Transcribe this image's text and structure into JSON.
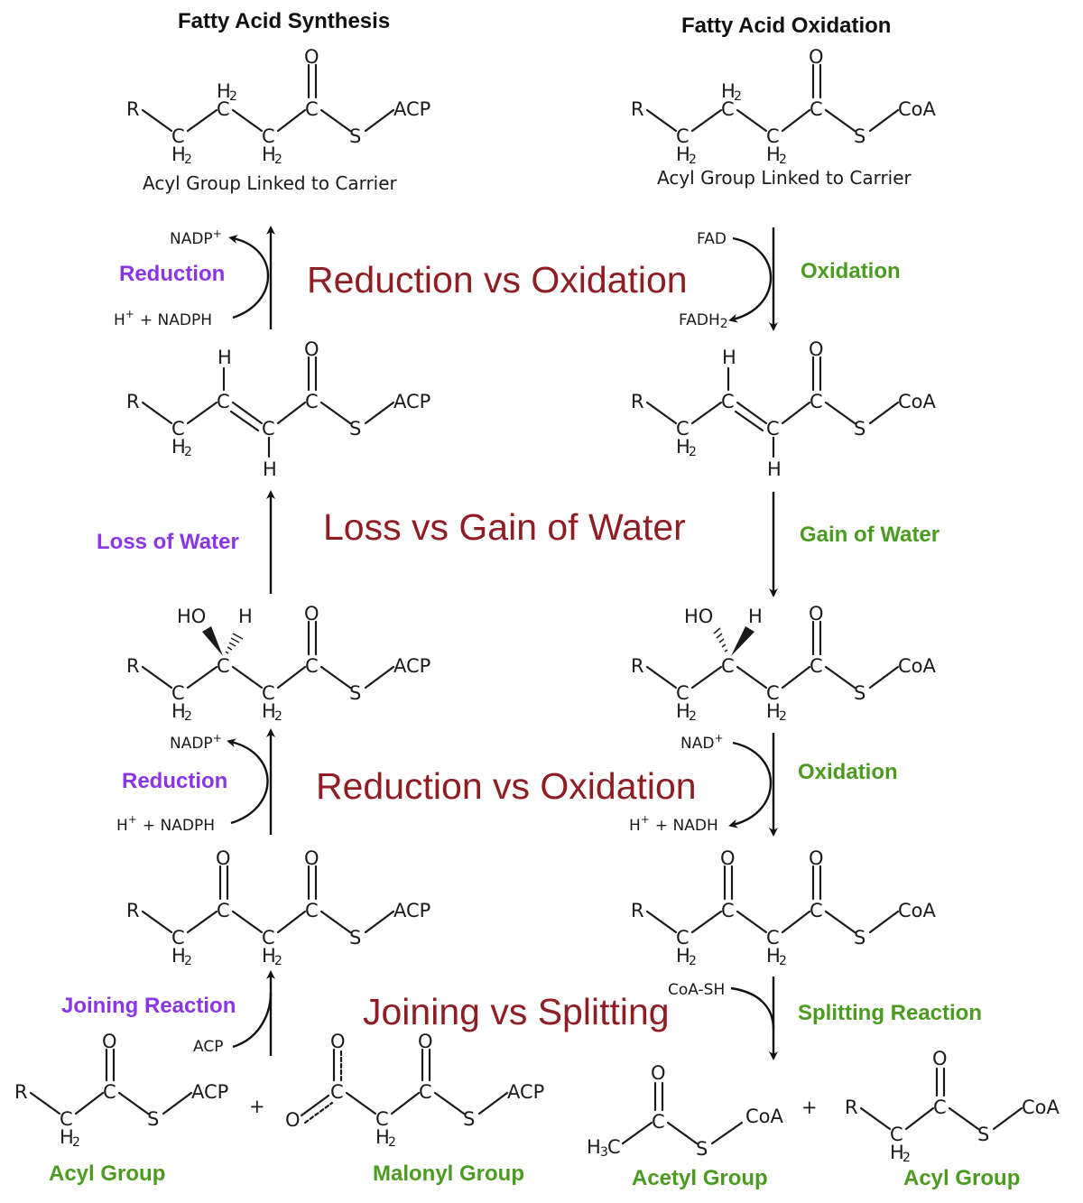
{
  "headers": {
    "synthesis": "Fatty Acid Synthesis",
    "oxidation": "Fatty Acid Oxidation"
  },
  "atoms": {
    "R": "R",
    "C": "C",
    "O": "O",
    "S": "S",
    "H": "H",
    "H2": "H",
    "ACP": "ACP",
    "CoA": "CoA",
    "HO": "HO",
    "H3": "H",
    "plus": "+"
  },
  "subscripts": {
    "two": "2",
    "three": "3"
  },
  "captions": {
    "acyl_linked_left": "Acyl Group Linked to Carrier",
    "acyl_linked_right": "Acyl Group Linked to Carrier"
  },
  "comparisons": {
    "reduction_vs_oxidation_1": "Reduction vs Oxidation",
    "loss_vs_gain": "Loss vs Gain of Water",
    "reduction_vs_oxidation_2": "Reduction vs Oxidation",
    "joining_vs_splitting": "Joining vs Splitting"
  },
  "steps_left": {
    "reduction_1": "Reduction",
    "loss_of_water": "Loss of Water",
    "reduction_2": "Reduction",
    "joining": "Joining Reaction"
  },
  "steps_right": {
    "oxidation_1": "Oxidation",
    "gain_of_water": "Gain of Water",
    "oxidation_2": "Oxidation",
    "splitting": "Splitting Reaction"
  },
  "cofactors": {
    "nadp_1": "NADP",
    "nadph_1": "H",
    "nadph_1_b": "+ NADPH",
    "fad": "FAD",
    "fadh": "FADH",
    "nadp_2": "NADP",
    "nadph_2": "H",
    "nadph_2_b": "+ NADPH",
    "nad": "NAD",
    "nadh": "H",
    "nadh_b": "+ NADH",
    "acp": "ACP",
    "coash": "CoA-SH",
    "plus_sup": "+"
  },
  "groups": {
    "acyl_left": "Acyl Group",
    "malonyl": "Malonyl Group",
    "acetyl": "Acetyl Group",
    "acyl_right": "Acyl Group"
  }
}
